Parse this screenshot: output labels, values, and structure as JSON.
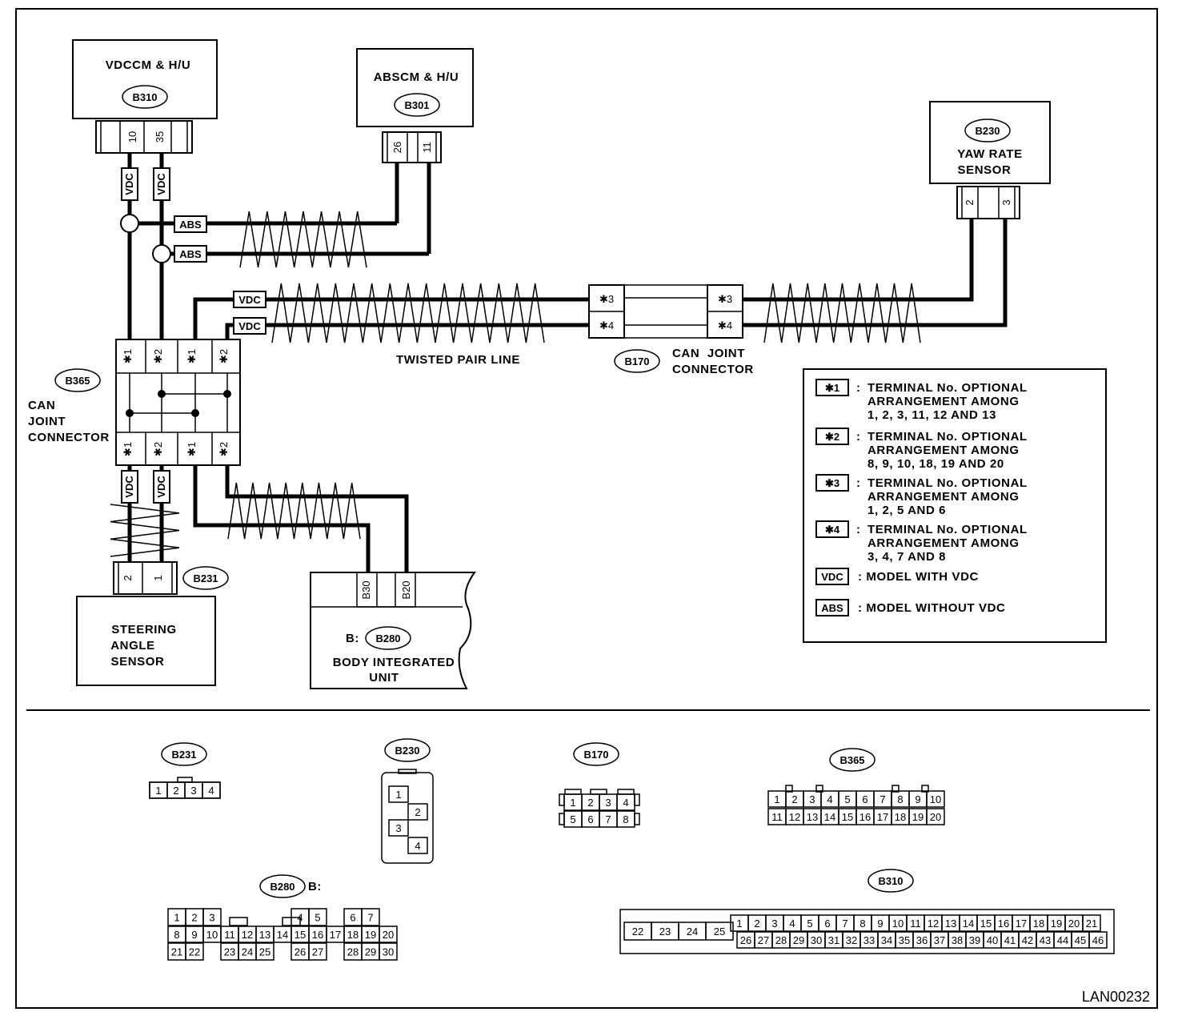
{
  "diagram_id": "LAN00232",
  "units": {
    "vdccm": {
      "name": "VDCCM & H/U",
      "code": "B310",
      "pins": [
        "10",
        "35"
      ]
    },
    "abscm": {
      "name": "ABSCM & H/U",
      "code": "B301",
      "pins": [
        "26",
        "11"
      ]
    },
    "yaw": {
      "code": "B230",
      "name_line1": "YAW RATE",
      "name_line2": "SENSOR",
      "pins": [
        "2",
        "3"
      ]
    },
    "steering": {
      "code": "B231",
      "name_line1": "STEERING",
      "name_line2": "ANGLE",
      "name_line3": "SENSOR",
      "pins": [
        "2",
        "1"
      ]
    },
    "body": {
      "prefix": "B:",
      "code": "B280",
      "name_line1": "BODY INTEGRATED",
      "name_line2": "UNIT",
      "pins": [
        "B30",
        "B20"
      ]
    },
    "can_joint_b365": {
      "code": "B365",
      "name_line1": "CAN",
      "name_line2": "JOINT",
      "name_line3": "CONNECTOR",
      "pins_top": [
        "✱1",
        "✱2",
        "✱1",
        "✱2"
      ],
      "pins_bottom": [
        "✱1",
        "✱2",
        "✱1",
        "✱2"
      ]
    },
    "can_joint_b170": {
      "code": "B170",
      "name_line1": "CAN  JOINT",
      "name_line2": "CONNECTOR",
      "pins_left": [
        "✱3",
        "✱4"
      ],
      "pins_right": [
        "✱3",
        "✱4"
      ]
    }
  },
  "tags": {
    "vdc": "VDC",
    "abs": "ABS"
  },
  "twisted_pair_label": "TWISTED PAIR LINE",
  "legend": {
    "items": [
      {
        "sym": "✱1",
        "sep": ":",
        "lines": [
          "TERMINAL No. OPTIONAL",
          "ARRANGEMENT AMONG",
          "1, 2, 3, 11, 12 AND 13"
        ]
      },
      {
        "sym": "✱2",
        "sep": ":",
        "lines": [
          "TERMINAL No. OPTIONAL",
          "ARRANGEMENT AMONG",
          "8, 9, 10, 18, 19 AND 20"
        ]
      },
      {
        "sym": "✱3",
        "sep": ":",
        "lines": [
          "TERMINAL No. OPTIONAL",
          "ARRANGEMENT AMONG",
          "1, 2, 5 AND 6"
        ]
      },
      {
        "sym": "✱4",
        "sep": ":",
        "lines": [
          "TERMINAL No. OPTIONAL",
          "ARRANGEMENT AMONG",
          "3, 4, 7 AND 8"
        ]
      },
      {
        "sym": "VDC",
        "sep": "",
        "lines": [
          ": MODEL WITH VDC"
        ]
      },
      {
        "sym": "ABS",
        "sep": "",
        "lines": [
          ": MODEL WITHOUT VDC"
        ]
      }
    ]
  },
  "connectors": {
    "b231": {
      "code": "B231",
      "pins": [
        "1",
        "2",
        "3",
        "4"
      ]
    },
    "b230": {
      "code": "B230",
      "pins": [
        "1",
        "2",
        "3",
        "4"
      ]
    },
    "b170": {
      "code": "B170",
      "row1": [
        "1",
        "2",
        "3",
        "4"
      ],
      "row2": [
        "5",
        "6",
        "7",
        "8"
      ]
    },
    "b365": {
      "code": "B365",
      "row1": [
        "1",
        "2",
        "3",
        "4",
        "5",
        "6",
        "7",
        "8",
        "9",
        "10"
      ],
      "row2": [
        "11",
        "12",
        "13",
        "14",
        "15",
        "16",
        "17",
        "18",
        "19",
        "20"
      ]
    },
    "b280": {
      "code": "B280",
      "suffix": "B:",
      "row1": [
        "1",
        "2",
        "3",
        "",
        "",
        "",
        "",
        "4",
        "5",
        "",
        "6",
        "7"
      ],
      "row2": [
        "8",
        "9",
        "10",
        "11",
        "12",
        "13",
        "14",
        "15",
        "16",
        "17",
        "18",
        "19",
        "20"
      ],
      "row3": [
        "21",
        "22",
        "",
        "23",
        "24",
        "25",
        "",
        "26",
        "27",
        "",
        "28",
        "29",
        "30"
      ]
    },
    "b310": {
      "code": "B310",
      "left": [
        "22",
        "23",
        "24",
        "25"
      ],
      "row1": [
        "1",
        "2",
        "3",
        "4",
        "5",
        "6",
        "7",
        "8",
        "9",
        "10",
        "11",
        "12",
        "13",
        "14",
        "15",
        "16",
        "17",
        "18",
        "19",
        "20",
        "21"
      ],
      "row2": [
        "26",
        "27",
        "28",
        "29",
        "30",
        "31",
        "32",
        "33",
        "34",
        "35",
        "36",
        "37",
        "38",
        "39",
        "40",
        "41",
        "42",
        "43",
        "44",
        "45",
        "46"
      ]
    }
  }
}
